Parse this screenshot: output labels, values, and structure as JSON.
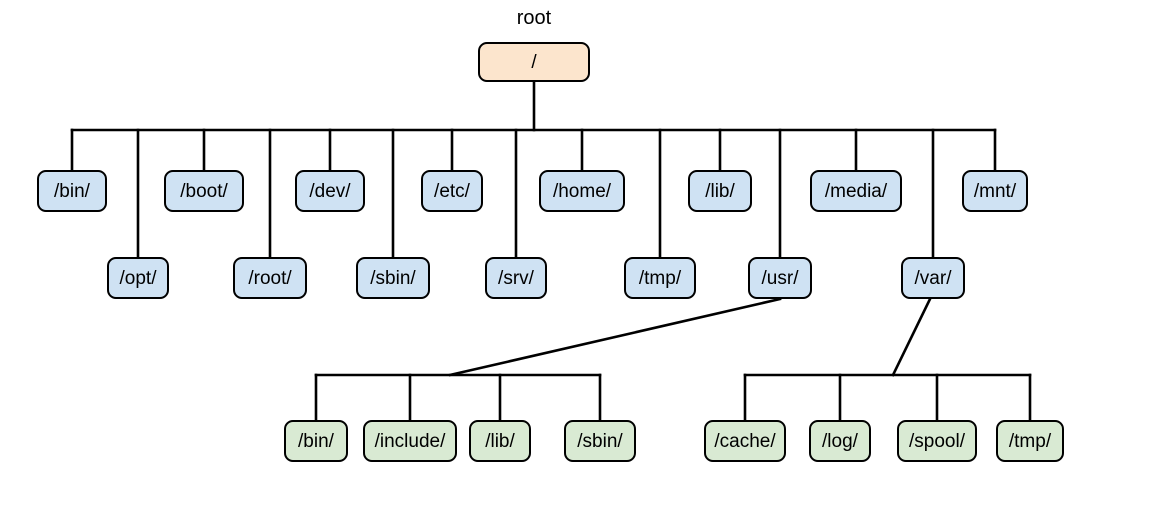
{
  "diagram": {
    "type": "filesystem-tree",
    "root_caption": "root",
    "root": {
      "label": "/"
    },
    "root_children_row1": [
      {
        "label": "/bin/"
      },
      {
        "label": "/boot/"
      },
      {
        "label": "/dev/"
      },
      {
        "label": "/etc/"
      },
      {
        "label": "/home/"
      },
      {
        "label": "/lib/"
      },
      {
        "label": "/media/"
      },
      {
        "label": "/mnt/"
      }
    ],
    "root_children_row2": [
      {
        "label": "/opt/"
      },
      {
        "label": "/root/"
      },
      {
        "label": "/sbin/"
      },
      {
        "label": "/srv/"
      },
      {
        "label": "/tmp/"
      },
      {
        "label": "/usr/"
      },
      {
        "label": "/var/"
      }
    ],
    "usr_children": [
      {
        "label": "/bin/"
      },
      {
        "label": "/include/"
      },
      {
        "label": "/lib/"
      },
      {
        "label": "/sbin/"
      }
    ],
    "var_children": [
      {
        "label": "/cache/"
      },
      {
        "label": "/log/"
      },
      {
        "label": "/spool/"
      },
      {
        "label": "/tmp/"
      }
    ]
  },
  "colors": {
    "root_fill": "#fce5cd",
    "directory_fill": "#cfe2f3",
    "leaf_fill": "#d9ead3",
    "stroke": "#000000",
    "text": "#000000",
    "background": "#ffffff"
  }
}
